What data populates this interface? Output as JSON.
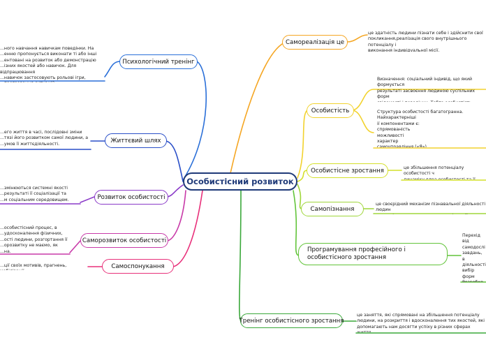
{
  "center": {
    "label": "Особистісний розвиток"
  },
  "branches": {
    "samorealizatsia": {
      "label": "Самореалізація це",
      "color": "#f5a623",
      "note": "це здатність людини пізнати себе і здійснити свої\nпокликання,реалізація свого внутрішнього потенціалу і\nвиконання індивідуальної місії."
    },
    "osobystist": {
      "label": "Особистість",
      "color": "#f2d22e",
      "note1": "Визначення: соціальний індивід, що який формується\nрезультаті засвоєння людиною суспільних форм\nсвідомості і поведінки. Тобто особистість формується\nвпливом життя в суспільстві, спілкування, взаємодії з",
      "note2": "Структура особистості багатогранна. Найхарактерніші\nії компонентами є:\nспрямованість\nможливості\nхарактер\nсамоуправління («Я»)"
    },
    "zrostannia": {
      "label": "Особистісне зростання",
      "color": "#d4e02a",
      "note": "це збільшення потенціалу особистості ч\nдинаміку ядра особистості та її взаємодії"
    },
    "samopiznannia": {
      "label": "Самопізнання",
      "color": "#9fd63a",
      "note": "це своєрідний механізм пізнавальної діяльності людин\nв основі якого лежить процес рефлексії."
    },
    "prohramuvannia": {
      "label": "Програмування професійного і\nособистісного зростання",
      "color": "#62c43a",
      "note": "Перехід від\nсамодослі\nзавдань, в\nдіяльності.\nвибір форм\nРозробко\nорганізаці\nреалізувати"
    },
    "trening_zrost": {
      "label": "Тренінг особистісного зростання",
      "color": "#3aa83a",
      "note": "це заняття, які спрямовані на збільшення потенціалу\nлюдини, на розкриття і вдосконалення тих якостей, які\nдопомагають нам досягти успіху в різних сферах життя."
    },
    "psykh_trening": {
      "label": "Психологічний тренінг",
      "color": "#2a6fd8",
      "note": "...ного навчання навичкам поведінки. На\n...енню пропонується виконати ті або інші\n...ентовані на розвиток або демонстрацію\n...ізних якостей або навичок. Для відпрацювання\n...навичок застосовують рольові ігри,\n...програвання ситуацій."
    },
    "zhyttievyi": {
      "label": "Життєвий шлях",
      "color": "#2a4fc8",
      "note": "...его життя в часі, послідовні зміни\n...тязі його розвитком самої людини, а\n...умов її життєдіяльності."
    },
    "rozvytok": {
      "label": "Розвиток особистості",
      "color": "#8a3ac8",
      "note": "...змінюються системні якості\n...результаті її соціалізації та\n...м соціальним середовищем."
    },
    "samorozvytok": {
      "label": "Саморозвиток особистості",
      "color": "#c83aa8",
      "note": "...особистісний процес, в\n...удосконалення фізичних,\n...ості людини, розгортання її\n...орозвитку не маємо, як\n...на."
    },
    "samospon": {
      "label": "Самоспонукання",
      "color": "#e8307a",
      "note": "...ції своїх мотивів, прагнень, мобілізації"
    }
  }
}
